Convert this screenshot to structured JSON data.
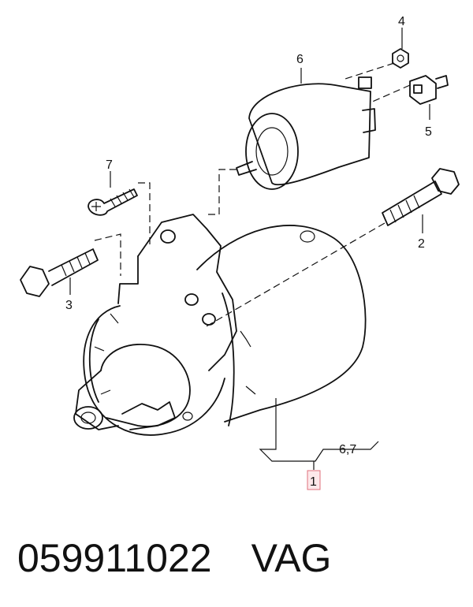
{
  "diagram": {
    "callouts": {
      "c1": "1",
      "c2": "2",
      "c3": "3",
      "c4": "4",
      "c5": "5",
      "c6": "6",
      "c7": "7",
      "c67": "6,7"
    },
    "highlight_color": "#e0707c"
  },
  "caption": {
    "part_number": "059911022",
    "brand": "VAG"
  }
}
